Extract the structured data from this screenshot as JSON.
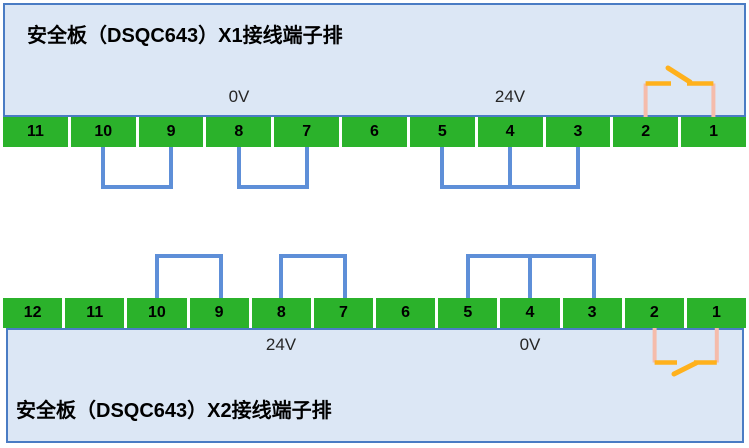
{
  "x1": {
    "title": "安全板（DSQC643）X1接线端子排",
    "terminals": [
      "11",
      "10",
      "9",
      "8",
      "7",
      "6",
      "5",
      "4",
      "3",
      "2",
      "1"
    ],
    "label_0v": "0V",
    "label_24v": "24V",
    "jumpered_terminal_groups": [
      [
        "10",
        "9"
      ],
      [
        "8",
        "7"
      ],
      [
        "5",
        "4",
        "3"
      ]
    ],
    "switch_terminals": [
      "2",
      "1"
    ]
  },
  "x2": {
    "title": "安全板（DSQC643）X2接线端子排",
    "terminals": [
      "12",
      "11",
      "10",
      "9",
      "8",
      "7",
      "6",
      "5",
      "4",
      "3",
      "2",
      "1"
    ],
    "label_24v": "24V",
    "label_0v": "0V",
    "jumpered_terminal_groups": [
      [
        "10",
        "9"
      ],
      [
        "8",
        "7"
      ],
      [
        "5",
        "4",
        "3"
      ]
    ],
    "switch_terminals": [
      "2",
      "1"
    ]
  },
  "colors": {
    "panel_fill": "#dce7f5",
    "panel_border": "#4a7cc4",
    "terminal_green": "#2bb22b",
    "jumper_blue": "#5e8fd8",
    "switch_orange": "#ffb11c",
    "switch_lead_pink": "#f5bcab"
  }
}
